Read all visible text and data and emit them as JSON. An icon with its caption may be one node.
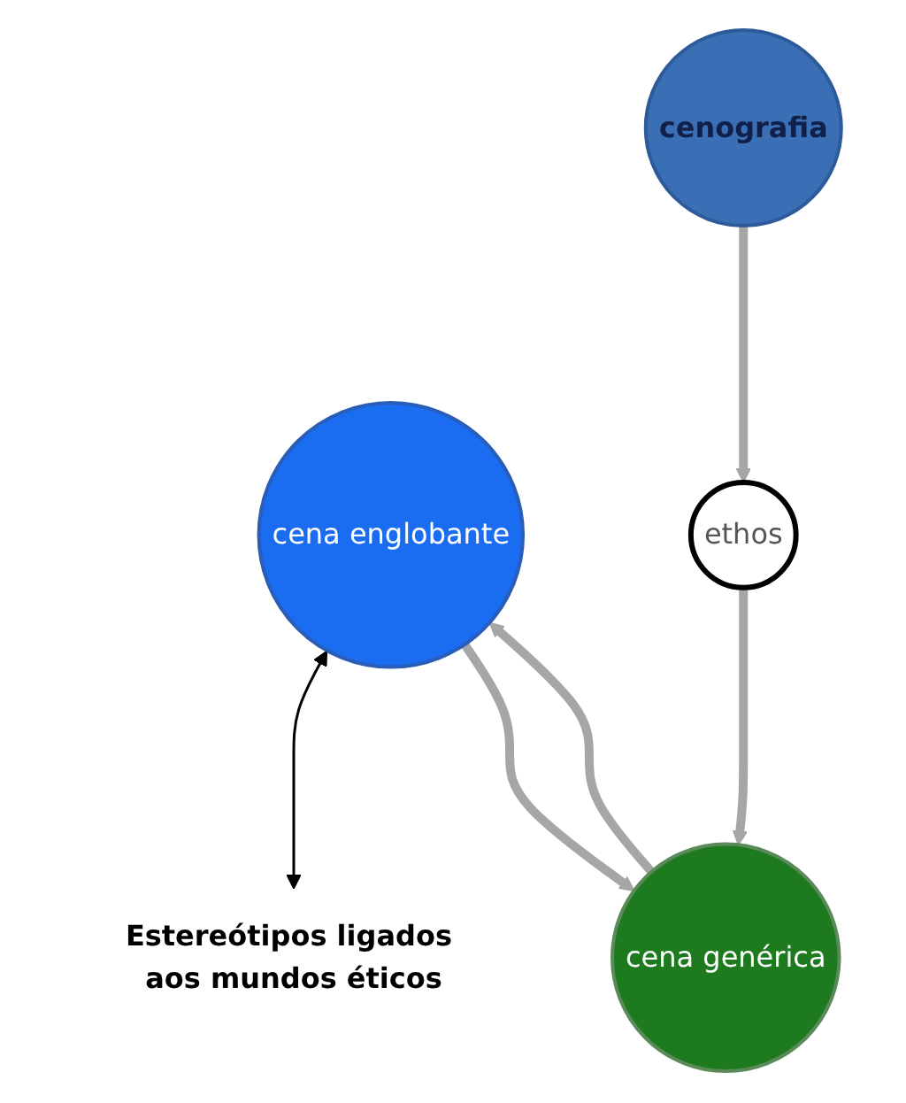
{
  "diagram": {
    "nodes": [
      {
        "text": [
          "cena englobante"
        ]
      },
      {
        "text": [
          "Estereótipos ligados aos mundos éticos"
        ]
      },
      {
        "text": [
          "cena genérica"
        ]
      },
      {
        "text": [
          "cenografia"
        ]
      },
      {
        "text": [
          "ethos"
        ]
      }
    ],
    "edges": [
      {
        "from": 0,
        "to": 1,
        "arrow": "both",
        "color": "#000000"
      },
      {
        "from": 2,
        "to": 0,
        "arrow": "to"
      },
      {
        "from": 0,
        "to": 2,
        "arrow": "to"
      },
      {
        "from": 3,
        "to": 4,
        "arrow": "to"
      },
      {
        "from": 4,
        "to": 2,
        "arrow": "to"
      }
    ]
  }
}
